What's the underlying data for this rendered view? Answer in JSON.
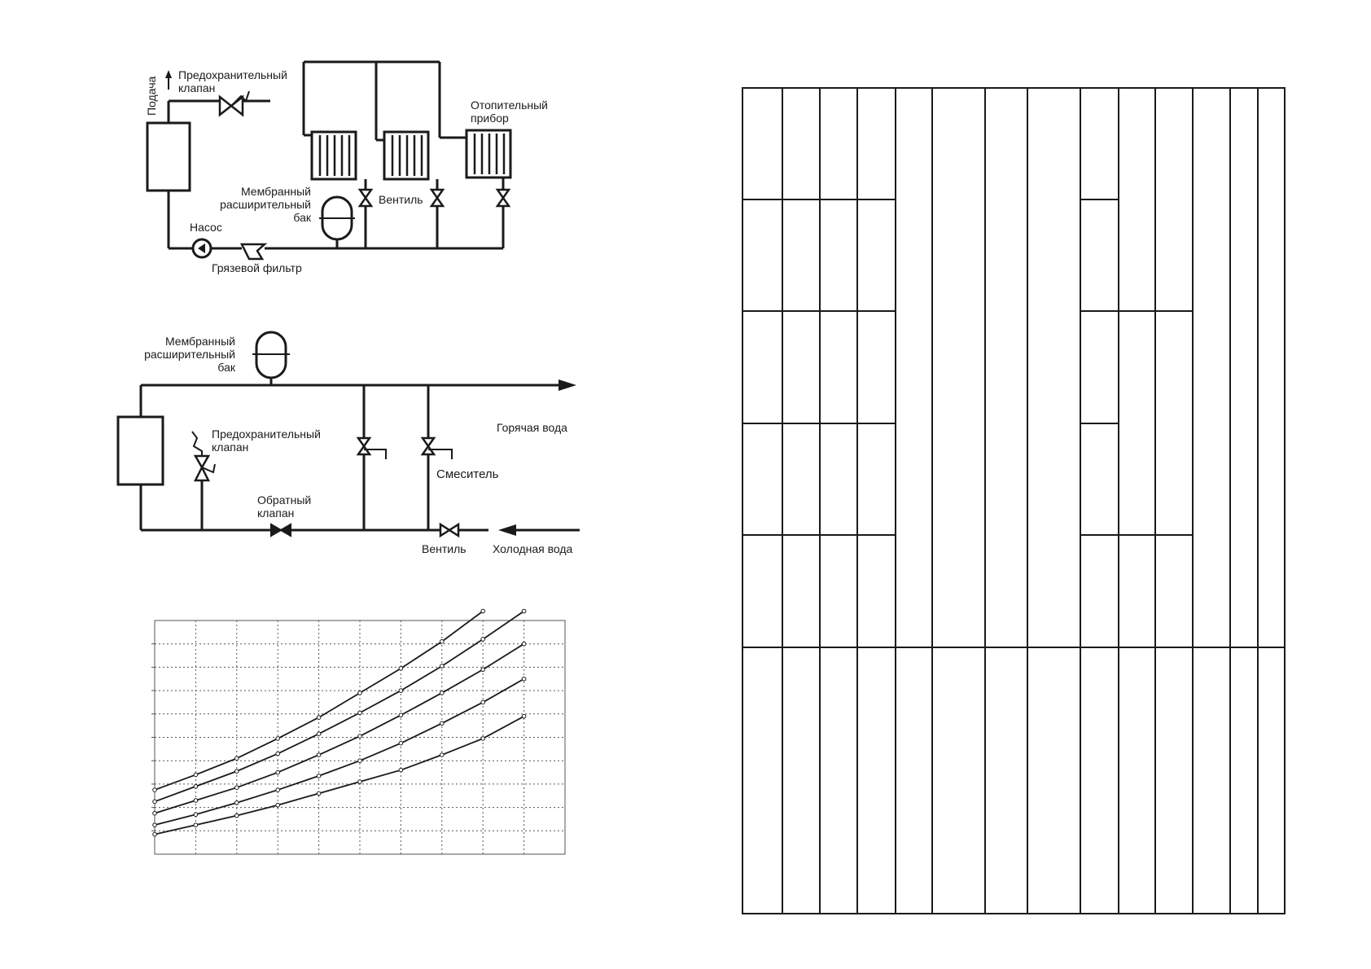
{
  "diagram1": {
    "label_supply": "Подача",
    "label_safety_valve": [
      "Предохранительный",
      "клапан"
    ],
    "label_heater": [
      "Отопительный",
      "прибор"
    ],
    "label_tank": [
      "Мембранный",
      "расширительный",
      "бак"
    ],
    "label_valve": "Вентиль",
    "label_pump": "Насос",
    "label_filter": "Грязевой фильтр"
  },
  "diagram2": {
    "label_tank": [
      "Мембранный",
      "расширительный",
      "бак"
    ],
    "label_safety_valve": [
      "Предохранительный",
      "клапан"
    ],
    "label_hot_water": "Горячая вода",
    "label_mixer": "Смеситель",
    "label_check_valve": [
      "Обратный",
      "клапан"
    ],
    "label_valve": "Вентиль",
    "label_cold_water": "Холодная вода"
  },
  "chart_data": {
    "type": "line",
    "title": "",
    "xlabel": "",
    "ylabel": "",
    "grid": true,
    "x": [
      0,
      1,
      2,
      3,
      4,
      5,
      6,
      7,
      8,
      9
    ],
    "xlim": [
      0,
      10
    ],
    "ylim": [
      0,
      10
    ],
    "series": [
      {
        "values": [
          2.75,
          3.4,
          4.1,
          4.95,
          5.85,
          6.9,
          7.95,
          9.1,
          10.4
        ]
      },
      {
        "values": [
          2.25,
          2.9,
          3.55,
          4.3,
          5.15,
          6.05,
          7.0,
          8.05,
          9.2,
          10.4
        ]
      },
      {
        "values": [
          1.75,
          2.3,
          2.85,
          3.5,
          4.25,
          5.05,
          5.95,
          6.9,
          7.9,
          9.0
        ]
      },
      {
        "values": [
          1.25,
          1.7,
          2.2,
          2.75,
          3.35,
          4.0,
          4.75,
          5.6,
          6.5,
          7.5
        ]
      },
      {
        "values": [
          0.85,
          1.25,
          1.65,
          2.1,
          2.6,
          3.1,
          3.6,
          4.25,
          4.95,
          5.9
        ]
      }
    ]
  }
}
